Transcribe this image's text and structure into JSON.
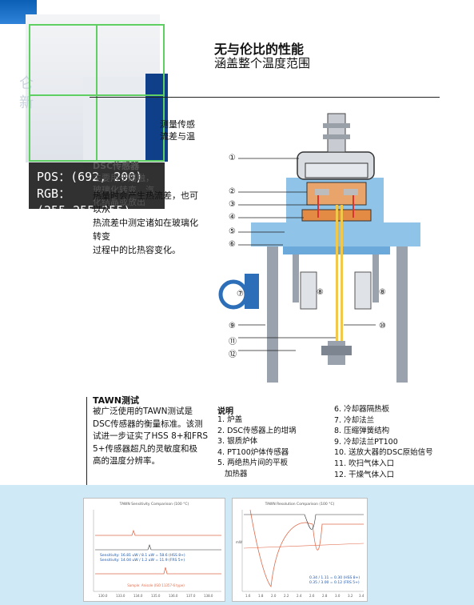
{
  "header": {
    "title": "无与伦比的性能",
    "subtitle": "涵盖整个温度范围"
  },
  "ghost_text": [
    "仑",
    "新"
  ],
  "tooltip": {
    "pos": "POS：(692, 200)",
    "rgb": "RGB：(255,255,255)"
  },
  "column_text": {
    "mid_lines": [
      "测量传感",
      "流差与温"
    ],
    "mid2_lines": [
      "DSC传感器",
      "主要用于熔融，",
      "玻璃化转变，汽",
      "化结晶或放出"
    ],
    "lower_lines": [
      "热量时会产生热流差，也可以从",
      "热流差中测定诸如在玻璃化转变",
      "过程中的比热容变化。"
    ]
  },
  "tawn": {
    "title": "TAWN测试",
    "lines": [
      "被广泛使用的TAWN测试是",
      "DSC传感器的衡量标准。该测",
      "试进一步证实了HSS 8+和FRS",
      "5+传感器超凡的灵敏度和极",
      "高的温度分辨率。"
    ]
  },
  "legend": {
    "title": "说明",
    "left": [
      "1. 炉盖",
      "2. DSC传感器上的坩埚",
      "3. 银质炉体",
      "4. PT100炉体传感器",
      "5. 两绝热片间的平板",
      "   加热器"
    ],
    "right": [
      "6. 冷却器隔热板",
      "7. 冷却法兰",
      "8. 压缩弹簧结构",
      "9. 冷却法兰PT100",
      "10. 送放大器的DSC原始信号",
      "11. 吹扫气体入口",
      "12. 干燥气体入口"
    ]
  },
  "diagram_labels": [
    "①",
    "②",
    "③",
    "④",
    "⑤",
    "⑥",
    "⑦",
    "⑧",
    "⑧",
    "⑨",
    "⑩",
    "⑪",
    "⑫"
  ],
  "chart_left": {
    "title": "TAWN Sensitivity Comparison (100 °C)",
    "sens1": "Sensitivity: 16.81 uW / 8.1 uW = 58.6 (HSS 8+)",
    "sens2": "Sensitivity: 14.04 uW / 1.2 uW = 11.9 (FRS 5+)",
    "footer": "Sample: Anisole (ISO 11357-6 type)",
    "xticks": [
      "130.0",
      "133.0",
      "134.0",
      "135.0",
      "136.0",
      "137.0",
      "138.0"
    ]
  },
  "chart_right": {
    "title": "TAWN Resolution Comparison (100 °C)",
    "res1": "0.34 / 1.11 = 0.30 (HSS 8+)",
    "res2": "0.35 / 3.00 = 0.12 (FRS 5+)",
    "ylabel": "mW",
    "xticks": [
      "1.6",
      "1.8",
      "2.0",
      "2.2",
      "2.4",
      "2.6",
      "2.8",
      "3.0",
      "3.2",
      "3.4"
    ]
  },
  "colors": {
    "accent_blue": "#0b5fb5",
    "navy": "#0e3f88",
    "band": "#cfe9f7",
    "diagram_blue": "#8fc3e8",
    "copper": "#e38a45"
  }
}
